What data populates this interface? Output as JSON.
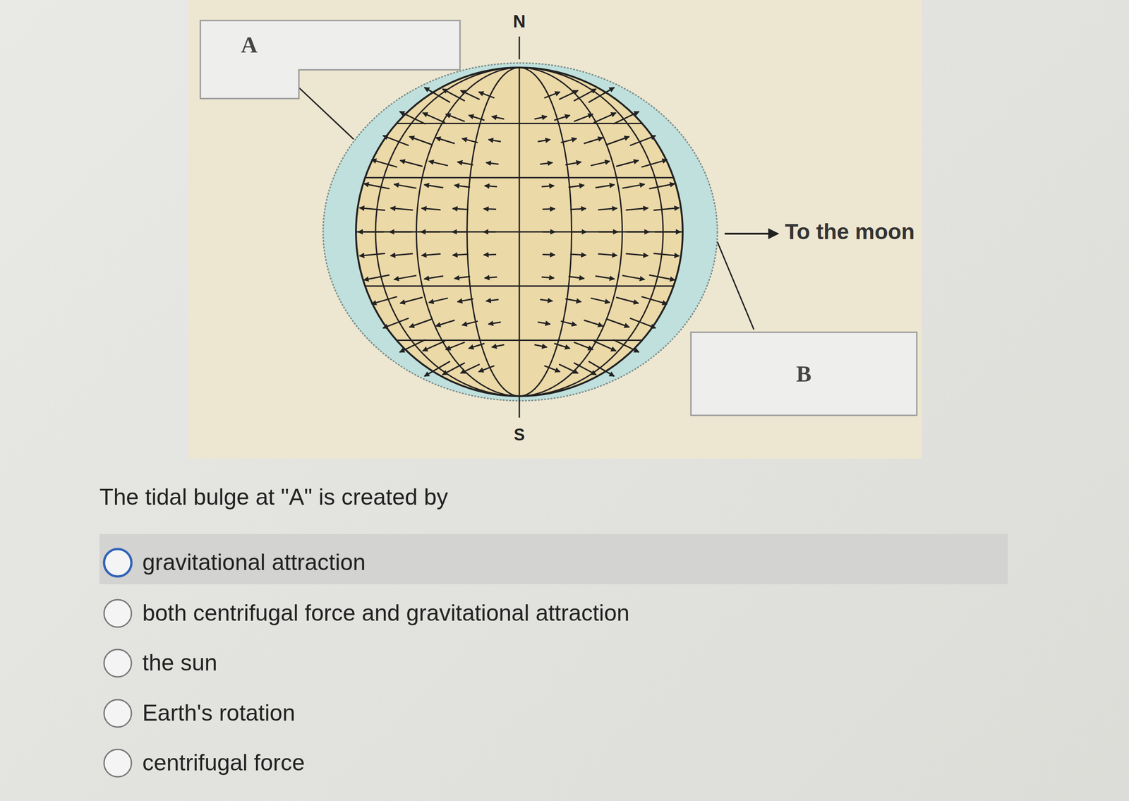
{
  "diagram": {
    "nodes": [
      {
        "text": [
          "A"
        ]
      },
      {
        "text": [
          "B"
        ]
      }
    ],
    "labels": [
      "N",
      "S",
      "To the moon",
      "The tidal bulge at \"A\" is created by",
      "gravitational attraction",
      "both centrifugal force and gravitational attraction",
      "the sun",
      "Earth's rotation",
      "centrifugal force"
    ]
  }
}
